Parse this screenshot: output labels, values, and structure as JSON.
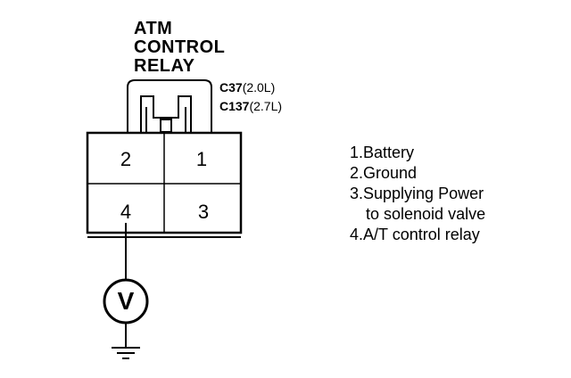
{
  "relay": {
    "title_lines": [
      "ATM",
      "CONTROL",
      "RELAY"
    ],
    "connectors": [
      {
        "code": "C37",
        "variant": "(2.0L)"
      },
      {
        "code": "C137",
        "variant": "(2.7L)"
      }
    ]
  },
  "pins": {
    "top_left": "2",
    "top_right": "1",
    "bottom_left": "4",
    "bottom_right": "3"
  },
  "meter": {
    "symbol": "V",
    "icon": "voltmeter-icon",
    "ground_icon": "ground-icon"
  },
  "legend": [
    {
      "label": "1.Battery"
    },
    {
      "label": "2.Ground"
    },
    {
      "label": "3.Supplying Power",
      "continuation": "to solenoid valve"
    },
    {
      "label": "4.A/T control relay"
    }
  ],
  "colors": {
    "line": "#000000",
    "background": "#ffffff"
  }
}
